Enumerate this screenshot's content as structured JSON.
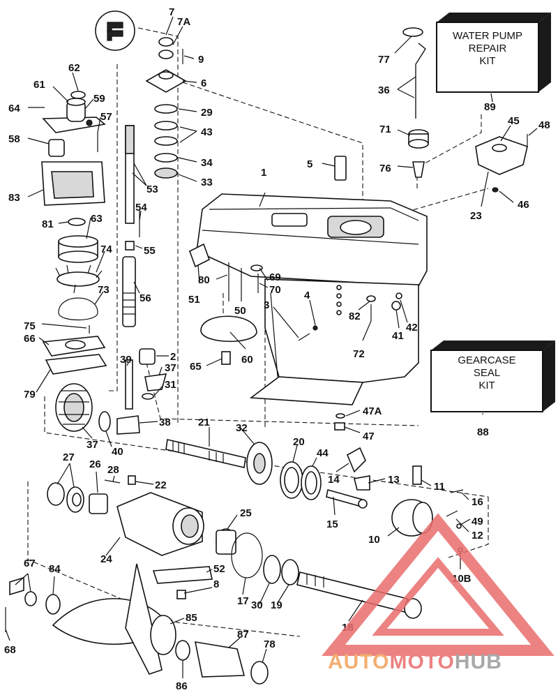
{
  "kits": {
    "water_pump": [
      "WATER PUMP",
      "REPAIR",
      "KIT"
    ],
    "gearcase_seal": [
      "GEARCASE",
      "SEAL",
      "KIT"
    ]
  },
  "watermark": {
    "part1": "AUTO",
    "part2": "MOTO",
    "part3": "HUB",
    "colors": [
      "#f2a05a",
      "#e96d6d",
      "#9a9a9a"
    ]
  },
  "labels": {
    "p1": "1",
    "p2": "2",
    "p3": "3",
    "p4": "4",
    "p5": "5",
    "p6": "6",
    "p7": "7",
    "p7a": "7A",
    "p8": "8",
    "p9": "9",
    "p10": "10",
    "p10b": "10B",
    "p11": "11",
    "p12": "12",
    "p13": "13",
    "p14": "14",
    "p15": "15",
    "p16": "16",
    "p17": "17",
    "p18": "18",
    "p19": "19",
    "p20": "20",
    "p21": "21",
    "p22": "22",
    "p23": "23",
    "p24": "24",
    "p25": "25",
    "p26": "26",
    "p27": "27",
    "p28": "28",
    "p29": "29",
    "p30": "30",
    "p31": "31",
    "p32": "32",
    "p33": "33",
    "p34": "34",
    "p36": "36",
    "p37a": "37",
    "p37b": "37",
    "p38": "38",
    "p39": "39",
    "p40": "40",
    "p41": "41",
    "p42": "42",
    "p43": "43",
    "p44": "44",
    "p45": "45",
    "p46": "46",
    "p47": "47",
    "p47a": "47A",
    "p48": "48",
    "p49": "49",
    "p50": "50",
    "p51": "51",
    "p52": "52",
    "p53": "53",
    "p54": "54",
    "p55": "55",
    "p56": "56",
    "p57": "57",
    "p58": "58",
    "p59": "59",
    "p60": "60",
    "p61": "61",
    "p62": "62",
    "p63": "63",
    "p64": "64",
    "p65": "65",
    "p66": "66",
    "p67": "67",
    "p68": "68",
    "p69": "69",
    "p70": "70",
    "p71": "71",
    "p72": "72",
    "p73": "73",
    "p74": "74",
    "p75": "75",
    "p76": "76",
    "p77": "77",
    "p78": "78",
    "p79": "79",
    "p80": "80",
    "p81": "81",
    "p82": "82",
    "p83": "83",
    "p84": "84",
    "p85": "85",
    "p86": "86",
    "p87": "87",
    "p88": "88",
    "p89": "89"
  }
}
